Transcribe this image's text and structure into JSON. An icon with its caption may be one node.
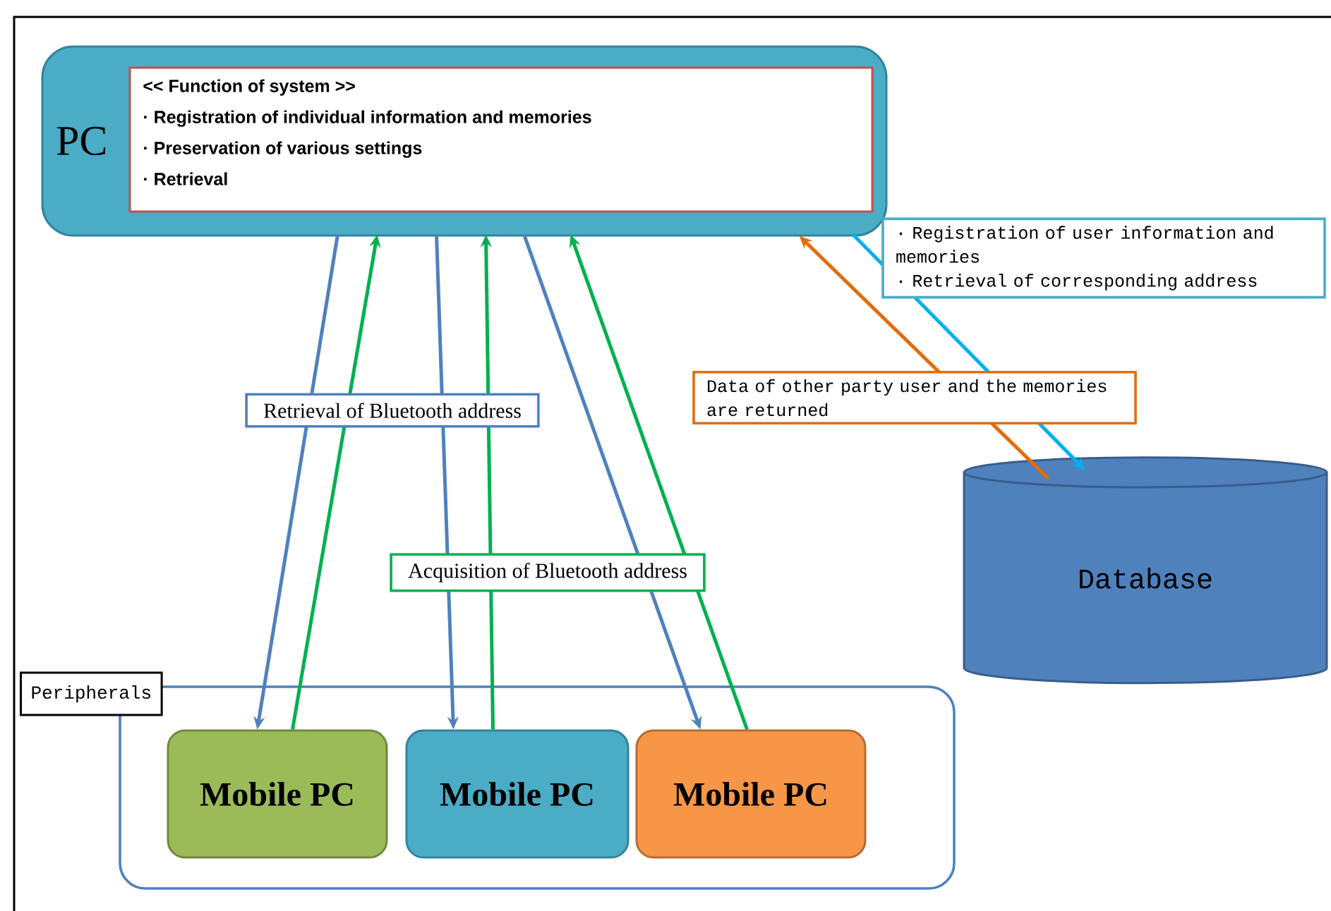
{
  "diagram": {
    "nodes": [
      {
        "text": [
          "PC"
        ]
      },
      {
        "text": [
          "<< Function of system >>",
          "· Registration of individual information and memories",
          "· Preservation of various settings",
          "· Retrieval"
        ],
        "in": 0
      },
      {
        "text": [
          "Peripherals"
        ]
      },
      {
        "text": [
          "Mobile PC"
        ],
        "in": 2
      },
      {
        "text": [
          "Mobile PC"
        ],
        "in": 2
      },
      {
        "text": [
          "Mobile PC"
        ],
        "in": 2
      },
      {
        "text": [
          "Database"
        ]
      }
    ],
    "edges": [
      {
        "from": 0,
        "to": 3,
        "arrow": "to",
        "color": "#4f81bd"
      },
      {
        "from": 0,
        "to": 4,
        "arrow": "to",
        "color": "#4f81bd",
        "label": "Retrieval of Bluetooth address"
      },
      {
        "from": 0,
        "to": 5,
        "arrow": "to",
        "color": "#4f81bd"
      },
      {
        "from": 3,
        "to": 0,
        "arrow": "to",
        "color": "#00b050"
      },
      {
        "from": 4,
        "to": 0,
        "arrow": "to",
        "color": "#00b050",
        "label": "Acquisition of Bluetooth address"
      },
      {
        "from": 5,
        "to": 0,
        "arrow": "to",
        "color": "#00b050"
      },
      {
        "from": 0,
        "to": 6,
        "arrow": "to",
        "color": "#00b0f0",
        "label": [
          "· Registration of user information and memories",
          "· Retrieval of corresponding address"
        ]
      },
      {
        "from": 6,
        "to": 0,
        "arrow": "to",
        "color": "#e46c0a",
        "label": "Data of other party user and the memories are returned"
      }
    ]
  }
}
